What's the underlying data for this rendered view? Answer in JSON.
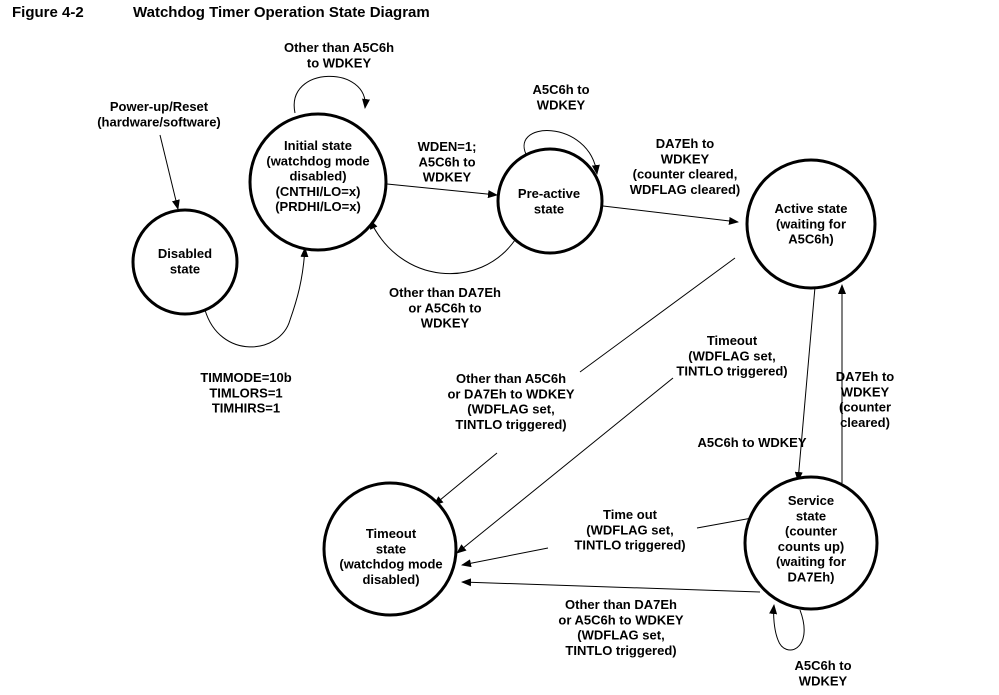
{
  "header": {
    "figure_number": "Figure 4-2",
    "title": "Watchdog Timer Operation State Diagram"
  },
  "states": {
    "disabled": [
      "Disabled",
      "state"
    ],
    "initial": [
      "Initial state",
      "(watchdog mode",
      "disabled)",
      "(CNTHI/LO=x)",
      "(PRDHI/LO=x)"
    ],
    "preactive": [
      "Pre-active",
      "state"
    ],
    "active": [
      "Active state",
      "(waiting for",
      "A5C6h)"
    ],
    "service": [
      "Service",
      "state",
      "(counter",
      "counts up)",
      "(waiting for",
      "DA7Eh)"
    ],
    "timeout": [
      "Timeout",
      "state",
      "(watchdog mode",
      "disabled)"
    ]
  },
  "labels": {
    "power_up": [
      "Power-up/Reset",
      "(hardware/software)"
    ],
    "initial_self": [
      "Other than A5C6h",
      "to WDKEY"
    ],
    "timmode": [
      "TIMMODE=10b",
      "TIMLORS=1",
      "TIMHIRS=1"
    ],
    "wden": [
      "WDEN=1;",
      "A5C6h to",
      "WDKEY"
    ],
    "preactive_self": [
      "A5C6h to",
      "WDKEY"
    ],
    "preactive_back": [
      "Other than DA7Eh",
      "or A5C6h to",
      "WDKEY"
    ],
    "to_active": [
      "DA7Eh to",
      "WDKEY",
      "(counter cleared,",
      "WDFLAG cleared)"
    ],
    "active_timeout": [
      "Timeout",
      "(WDFLAG set,",
      "TINTLO triggered)"
    ],
    "active_other": [
      "Other than A5C6h",
      "or DA7Eh to WDKEY",
      "(WDFLAG set,",
      "TINTLO triggered)"
    ],
    "to_service": [
      "A5C6h to WDKEY"
    ],
    "service_to_active": [
      "DA7Eh to",
      "WDKEY",
      "(counter",
      "cleared)"
    ],
    "service_timeout": [
      "Time out",
      "(WDFLAG set,",
      "TINTLO triggered)"
    ],
    "service_other": [
      "Other than DA7Eh",
      "or A5C6h to WDKEY",
      "(WDFLAG set,",
      "TINTLO triggered)"
    ],
    "service_self": [
      "A5C6h to",
      "WDKEY"
    ]
  }
}
